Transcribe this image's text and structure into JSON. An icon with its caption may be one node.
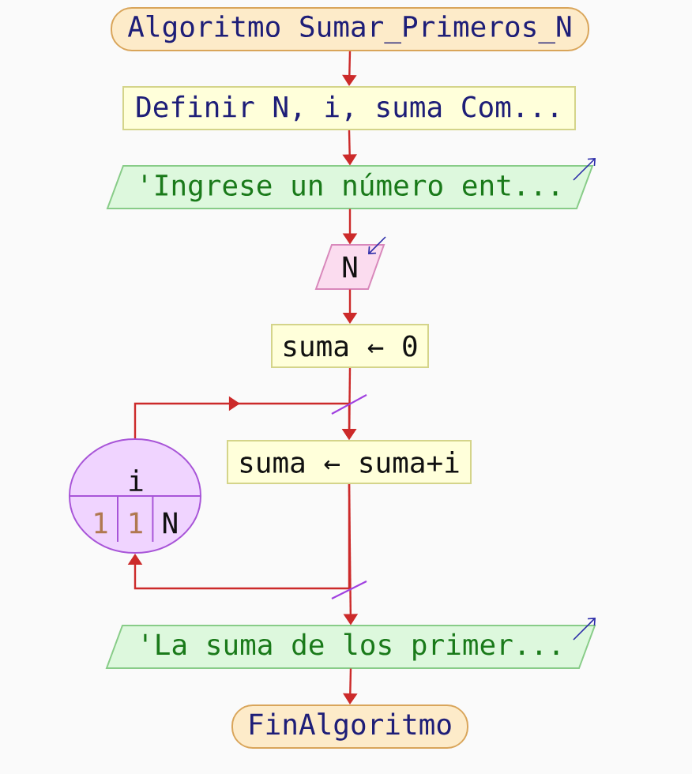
{
  "diagram": {
    "nodes": [
      {
        "text": [
          "Algoritmo Sumar_Primeros_N"
        ]
      },
      {
        "text": [
          "Definir N, i, suma Com..."
        ]
      },
      {
        "text": [
          "'Ingrese un número ent..."
        ]
      },
      {
        "text": [
          "N"
        ]
      },
      {
        "text": [
          "suma ← 0"
        ]
      },
      {
        "text": [
          "suma ← suma+i"
        ]
      },
      {
        "text": [
          "i",
          "1",
          "1",
          "N"
        ]
      },
      {
        "text": [
          "'La suma de los primer..."
        ]
      },
      {
        "text": [
          "FinAlgoritmo"
        ]
      }
    ],
    "edges": [
      {
        "from": 0,
        "to": 1,
        "arrow": "to"
      },
      {
        "from": 1,
        "to": 2,
        "arrow": "to"
      },
      {
        "from": 2,
        "to": 3,
        "arrow": "to"
      },
      {
        "from": 3,
        "to": 4,
        "arrow": "to"
      },
      {
        "from": 4,
        "to": 5,
        "arrow": "to"
      },
      {
        "from": 6,
        "to": 5,
        "arrow": "to"
      },
      {
        "from": 5,
        "to": 6,
        "arrow": "to"
      },
      {
        "from": 5,
        "to": 7,
        "arrow": "to"
      },
      {
        "from": 7,
        "to": 8,
        "arrow": "to"
      }
    ]
  }
}
